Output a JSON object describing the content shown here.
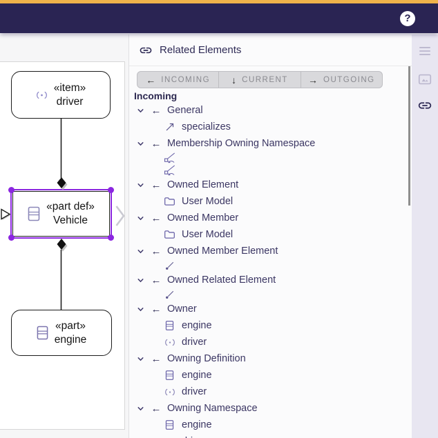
{
  "topbar": {
    "help_label": "?"
  },
  "panel": {
    "title": "Related Elements",
    "title_icon": "link-icon",
    "tabs": [
      {
        "label": "INCOMING",
        "arrow": "←",
        "icon": "arrow-left-icon"
      },
      {
        "label": "CURRENT",
        "arrow": "↓",
        "icon": "arrow-down-icon"
      },
      {
        "label": "OUTGOING",
        "arrow": "→",
        "icon": "arrow-right-icon"
      }
    ],
    "section_heading": "Incoming",
    "tree": [
      {
        "type": "group",
        "label": "General"
      },
      {
        "type": "child",
        "icon": "specializes-icon",
        "label": "specializes"
      },
      {
        "type": "group",
        "label": "Membership Owning Namespace"
      },
      {
        "type": "child",
        "icon": "membership-icon",
        "label": ""
      },
      {
        "type": "child",
        "icon": "membership-icon",
        "label": ""
      },
      {
        "type": "group",
        "label": "Owned Element"
      },
      {
        "type": "child",
        "icon": "folder-icon",
        "label": "User Model"
      },
      {
        "type": "group",
        "label": "Owned Member"
      },
      {
        "type": "child",
        "icon": "folder-icon",
        "label": "User Model"
      },
      {
        "type": "group",
        "label": "Owned Member Element"
      },
      {
        "type": "child",
        "icon": "element-icon",
        "label": ""
      },
      {
        "type": "group",
        "label": "Owned Related Element"
      },
      {
        "type": "child",
        "icon": "element-icon",
        "label": ""
      },
      {
        "type": "group",
        "label": "Owner"
      },
      {
        "type": "child",
        "icon": "part-icon",
        "label": "engine"
      },
      {
        "type": "child",
        "icon": "item-icon",
        "label": "driver"
      },
      {
        "type": "group",
        "label": "Owning Definition"
      },
      {
        "type": "child",
        "icon": "part-icon",
        "label": "engine"
      },
      {
        "type": "child",
        "icon": "item-icon",
        "label": "driver"
      },
      {
        "type": "group",
        "label": "Owning Namespace"
      },
      {
        "type": "child",
        "icon": "part-icon",
        "label": "engine"
      },
      {
        "type": "child",
        "icon": "item-icon",
        "label": "driver"
      }
    ]
  },
  "diagram": {
    "nodes": [
      {
        "stereotype": "«item»",
        "name": "driver",
        "icon": "item-icon"
      },
      {
        "stereotype": "«part def»",
        "name": "Vehicle",
        "icon": "part-def-icon",
        "selected": true
      },
      {
        "stereotype": "«part»",
        "name": "engine",
        "icon": "part-icon"
      }
    ]
  },
  "sidebar": {
    "icons": [
      "menu-icon",
      "image-icon",
      "link-icon"
    ],
    "active_icon": "link-icon"
  },
  "colors": {
    "accent_amber": "#EFB24A",
    "navbar_purple": "#2A2453",
    "selection_purple": "#8B26E0",
    "panel_text": "#3B3663",
    "tree_icon_purple": "#6A63A8",
    "tab_bg": "#D9D9DC"
  }
}
